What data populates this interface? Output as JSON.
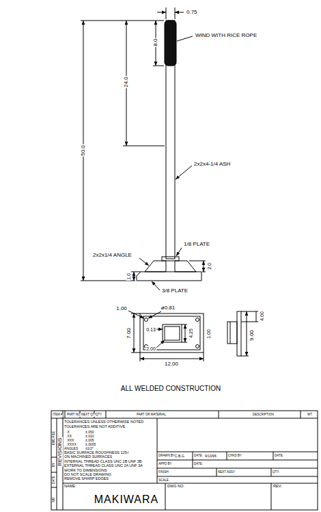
{
  "diagram": {
    "labels": [
      "0.75",
      "WIND WITH RICE ROPE",
      "8.0",
      "24.0",
      "50.0",
      "2x2x4-1/4 ASH",
      "1/8 PLATE",
      "2x2x1/4 ANGLE",
      "2.0",
      "1.0",
      "3/8 PLATE",
      "1.00",
      "ø0.81",
      "0.13",
      "4.25",
      "7.00",
      "2.00",
      "1.00",
      "12.00",
      "4.00",
      "9.00",
      "ALL WELDED CONSTRUCTION",
      "ITEM #",
      "PART NO.",
      "NEXT QTY",
      "QTY",
      "PART OR MATERIAL",
      "DESCRIPTION",
      "WT.",
      "TOLERANCES UNLESS OTHERWISE NOTED",
      "TOLERANCES ARE NOT ADDITIVE",
      ".X",
      ".XX",
      ".XXX",
      ".XXXX",
      "ANGLES",
      "±.050",
      "±.010",
      "±.005",
      "±.0005",
      "±1/2°",
      "BASIC SURFACE ROUGHNESS 125√",
      "ON MACHINED SURFACES",
      "INTERNAL THREAD CLASS UNC 2B UNF 3B",
      "EXTERNAL THREAD CLASS UNC 2A UNF 3A",
      "WORK TO DIMENSIONS",
      "DO NOT SCALE DRAWING",
      "REMOVE SHARP EDGES",
      "NAME:",
      "MAKIWARA",
      "DWG NO:",
      "REV:",
      "DRAWN BY",
      "C.B.G.",
      "DATE:",
      "9/13/96",
      "CHKD BY",
      "DATE:",
      "APPD BY",
      "DATE:",
      "FINISH",
      "NEXT ASSY",
      "QTY:",
      "SCALE",
      "REVISIONS",
      "ENG FILE",
      "BY",
      "DATE",
      "NO"
    ]
  }
}
